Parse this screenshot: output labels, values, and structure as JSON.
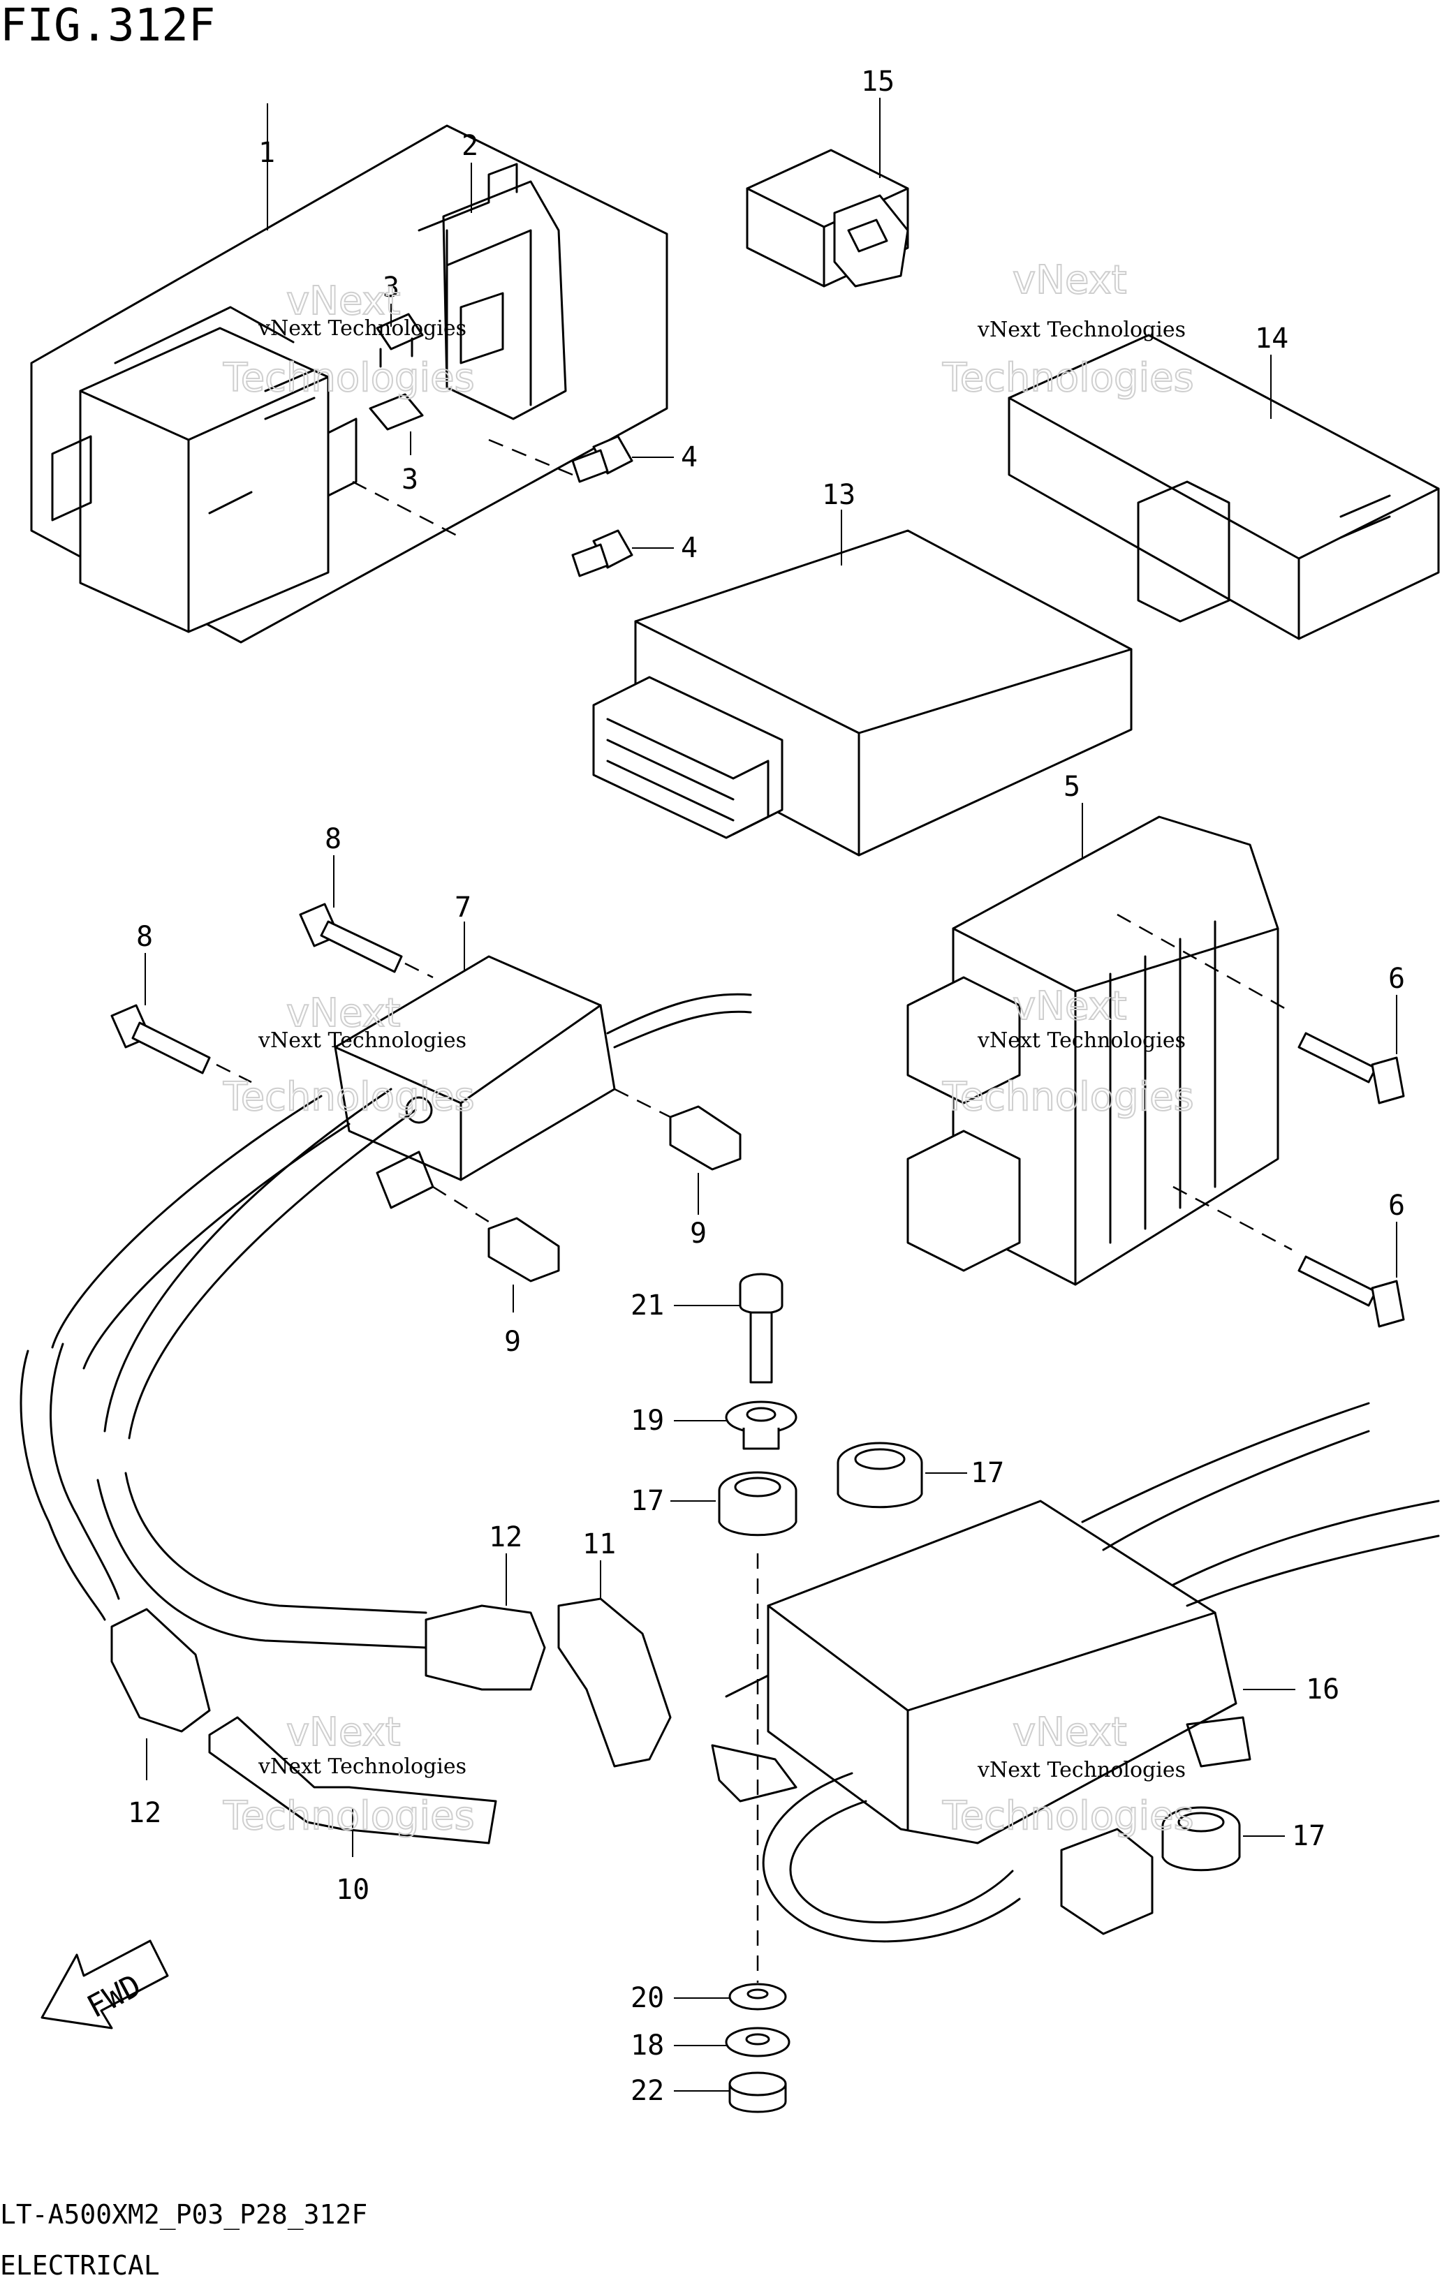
{
  "figure": {
    "title": "FIG.312F",
    "code": "LT-A500XM2_P03_P28_312F",
    "section": "ELECTRICAL"
  },
  "watermark": {
    "line1": "vNext Technologies",
    "line2": "vNext",
    "line3": "Technologies"
  },
  "fwd_label": "FWD",
  "callouts": [
    {
      "id": "c1",
      "label": "1"
    },
    {
      "id": "c2",
      "label": "2"
    },
    {
      "id": "c3a",
      "label": "3"
    },
    {
      "id": "c3b",
      "label": "3"
    },
    {
      "id": "c4a",
      "label": "4"
    },
    {
      "id": "c4b",
      "label": "4"
    },
    {
      "id": "c5",
      "label": "5"
    },
    {
      "id": "c6a",
      "label": "6"
    },
    {
      "id": "c6b",
      "label": "6"
    },
    {
      "id": "c7",
      "label": "7"
    },
    {
      "id": "c8a",
      "label": "8"
    },
    {
      "id": "c8b",
      "label": "8"
    },
    {
      "id": "c9a",
      "label": "9"
    },
    {
      "id": "c9b",
      "label": "9"
    },
    {
      "id": "c10",
      "label": "10"
    },
    {
      "id": "c11",
      "label": "11"
    },
    {
      "id": "c12a",
      "label": "12"
    },
    {
      "id": "c12b",
      "label": "12"
    },
    {
      "id": "c13",
      "label": "13"
    },
    {
      "id": "c14",
      "label": "14"
    },
    {
      "id": "c15",
      "label": "15"
    },
    {
      "id": "c16",
      "label": "16"
    },
    {
      "id": "c17a",
      "label": "17"
    },
    {
      "id": "c17b",
      "label": "17"
    },
    {
      "id": "c17c",
      "label": "17"
    },
    {
      "id": "c18",
      "label": "18"
    },
    {
      "id": "c19",
      "label": "19"
    },
    {
      "id": "c20",
      "label": "20"
    },
    {
      "id": "c21",
      "label": "21"
    },
    {
      "id": "c22",
      "label": "22"
    }
  ]
}
